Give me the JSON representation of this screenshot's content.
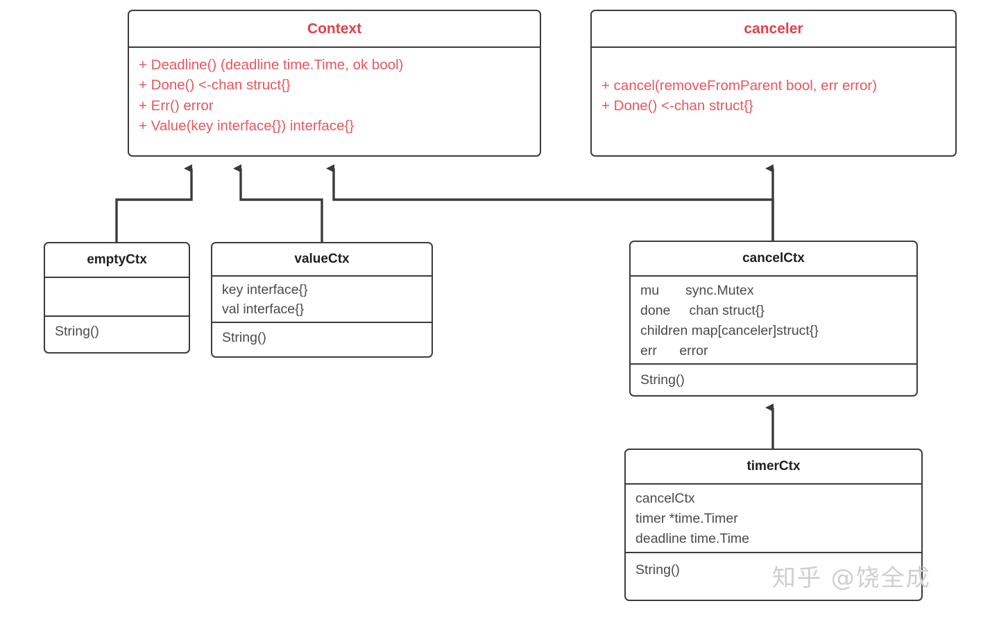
{
  "diagram": {
    "title": "Go context package class diagram",
    "colors": {
      "interface_title": "#e0414a",
      "interface_member": "#e8565e",
      "struct_text": "#4a4a4c",
      "border": "#3b3b3d",
      "background": "#ffffff",
      "watermark": "#cfcfd2"
    },
    "classes": [
      {
        "id": "context",
        "name": "Context",
        "stereotype": "interface",
        "fields": [],
        "methods": [
          "+ Deadline() (deadline time.Time, ok bool)",
          "+ Done() <-chan struct{}",
          "+ Err() error",
          "+ Value(key interface{}) interface{}"
        ]
      },
      {
        "id": "canceler",
        "name": "canceler",
        "stereotype": "interface",
        "fields": [],
        "methods": [
          "+ cancel(removeFromParent bool, err error)",
          "+ Done() <-chan struct{}"
        ]
      },
      {
        "id": "emptyctx",
        "name": "emptyCtx",
        "stereotype": "struct",
        "fields": [],
        "methods": [
          "String()"
        ]
      },
      {
        "id": "valuectx",
        "name": "valueCtx",
        "stereotype": "struct",
        "fields": [
          "key interface{}",
          "val interface{}"
        ],
        "methods": [
          "String()"
        ]
      },
      {
        "id": "cancelctx",
        "name": "cancelCtx",
        "stereotype": "struct",
        "fields": [
          "mu       sync.Mutex",
          "done     chan struct{}",
          "children map[canceler]struct{}",
          "err      error"
        ],
        "methods": [
          "String()"
        ]
      },
      {
        "id": "timerctx",
        "name": "timerCtx",
        "stereotype": "struct",
        "fields": [
          "cancelCtx",
          "timer *time.Timer",
          "deadline time.Time"
        ],
        "methods": [
          "String()"
        ]
      }
    ],
    "relationships": [
      {
        "from": "emptyctx",
        "to": "context",
        "type": "implements"
      },
      {
        "from": "valuectx",
        "to": "context",
        "type": "implements"
      },
      {
        "from": "cancelctx",
        "to": "context",
        "type": "implements"
      },
      {
        "from": "cancelctx",
        "to": "canceler",
        "type": "implements"
      },
      {
        "from": "timerctx",
        "to": "cancelctx",
        "type": "inherits"
      }
    ]
  },
  "watermark": {
    "text": "知乎 @饶全成"
  }
}
